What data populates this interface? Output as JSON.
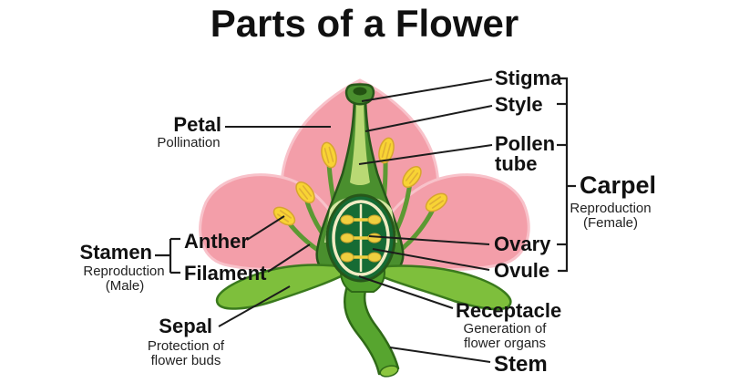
{
  "title": "Parts of a Flower",
  "labels": {
    "petal": {
      "name": "Petal",
      "sub": "Pollination"
    },
    "stamen": {
      "name": "Stamen",
      "sub1": "Reproduction",
      "sub2": "(Male)"
    },
    "anther": {
      "name": "Anther"
    },
    "filament": {
      "name": "Filament"
    },
    "sepal": {
      "name": "Sepal",
      "sub1": "Protection of",
      "sub2": "flower buds"
    },
    "stigma": {
      "name": "Stigma"
    },
    "style": {
      "name": "Style"
    },
    "pollen_tube": {
      "line1": "Pollen",
      "line2": "tube"
    },
    "carpel": {
      "name": "Carpel",
      "sub1": "Reproduction",
      "sub2": "(Female)"
    },
    "ovary": {
      "name": "Ovary"
    },
    "ovule": {
      "name": "Ovule"
    },
    "receptacle": {
      "name": "Receptacle",
      "sub1": "Generation of",
      "sub2": "flower organs"
    },
    "stem": {
      "name": "Stem"
    }
  },
  "colors": {
    "background": "#ffffff",
    "text": "#111111",
    "subtext": "#222222",
    "line": "#1c1c1c",
    "petal": "#f39ea9",
    "petal-edge": "#f8c2ca",
    "pistil": "#4a8f2e",
    "pistil-outline": "#27571a",
    "pistil-stripe": "#b9d974",
    "pistil-funnel": "#d7e7a3",
    "stigma-center": "#235212",
    "filament": "#5c9933",
    "anther": "#f8d334",
    "anther-outline": "#d7a52f",
    "anther-ridge": "#dfaf35",
    "ovary": "#166b34",
    "ovary-ring": "#f1ecc4",
    "ovule": "#efcf3f",
    "ovule-outline": "#c49f2c",
    "sepal": "#7ebf3c",
    "sepal-outline": "#3a7a1d",
    "receptacle": "#51a02c",
    "stem": "#57a52f",
    "stem-outline": "#2f6a17",
    "stem-tip": "#8cc63f"
  }
}
